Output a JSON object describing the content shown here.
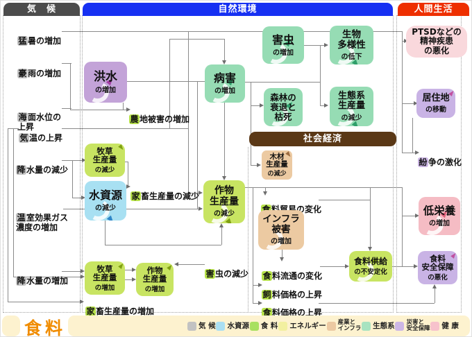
{
  "headers": {
    "climate": "気　候",
    "nature": "自然環境",
    "human": "人間生活",
    "economy": "社会経済"
  },
  "colors": {
    "climate_header": "#4c4c4c",
    "nature_header": "#1630f2",
    "human_header": "#ee2f00",
    "economy_header": "#5a3816",
    "mint": "#96dcb4",
    "lime": "#c8e462",
    "blue": "#a8e0f2",
    "purple": "#c3a3d8",
    "lavender": "#c9b3e5",
    "pink": "#f5bcc4",
    "pink_soft": "#f9d8dc",
    "tan": "#eccaa2",
    "gray_chip": "#c2c2c2",
    "green_chip": "#b7e24a",
    "lavender_chip": "#cdb7e6",
    "cream": "#fdf2cf",
    "title_orange": "#f08c00"
  },
  "climate_items": {
    "heat": {
      "chip": "猛",
      "rest": "暑の増加"
    },
    "heavy_rain": {
      "chip": "豪",
      "rest": "雨の増加"
    },
    "sea_level": {
      "chip": "海",
      "rest": "面水位の\n上昇"
    },
    "temp_rise": {
      "chip": "気",
      "rest": "温の上昇"
    },
    "precip_dec": {
      "chip": "降",
      "rest": "水量の減少"
    },
    "ghg": {
      "chip": "温",
      "rest": "室効果ガス\n濃度の増加"
    },
    "precip_inc": {
      "chip": "降",
      "rest": "水量の増加"
    }
  },
  "nodes": {
    "flood": {
      "main": "洪水",
      "sub": "の増加"
    },
    "pest": {
      "main": "害虫",
      "sub": "の増加"
    },
    "disease": {
      "main": "病害",
      "sub": "の増加"
    },
    "forest": {
      "main": "森林の\n衰退と\n枯死",
      "sub": ""
    },
    "biodiversity": {
      "main": "生物\n多様性",
      "sub": "の低下"
    },
    "ecosystem": {
      "main": "生態系\n生産量",
      "sub": "の減少"
    },
    "pasture_dec": {
      "main": "牧草\n生産量",
      "sub": "の減少"
    },
    "water": {
      "main": "水資源",
      "sub": "の減少"
    },
    "crop_dec": {
      "main": "作物\n生産量",
      "sub": "の減少"
    },
    "timber": {
      "main": "木材\n生産量",
      "sub": "の減少"
    },
    "infra": {
      "main": "インフラ\n被害",
      "sub": "の増加"
    },
    "supply": {
      "main": "食料供給",
      "sub": "の不安定化"
    },
    "pasture_inc": {
      "main": "牧草\n生産量",
      "sub": "の増加"
    },
    "crop_inc": {
      "main": "作物\n生産量",
      "sub": "の増加"
    },
    "ptsd": {
      "main": "PTSDなどの\n精神疾患\nの悪化",
      "sub": ""
    },
    "relocation": {
      "main": "居住地",
      "sub": "の移動"
    },
    "malnutrition": {
      "main": "低栄養",
      "sub": "の増加"
    },
    "security": {
      "main": "食料\n安全保障",
      "sub": "の悪化"
    }
  },
  "texts": {
    "farmland": {
      "chip": "農",
      "rest": "地被害の増加"
    },
    "livestock_dec": {
      "chip": "家",
      "rest": "畜生産量の減少"
    },
    "pest_dec": {
      "chip": "害",
      "rest": "虫の減少"
    },
    "livestock_inc": {
      "chip": "家",
      "rest": "畜生産量の増加"
    },
    "trade": {
      "chip": "食",
      "rest": "料貿易の変化"
    },
    "distribution": {
      "chip": "食",
      "rest": "料流通の変化"
    },
    "feed_price": {
      "chip": "飼",
      "rest": "料価格の上昇"
    },
    "food_price": {
      "chip": "食",
      "rest": "料価格の上昇"
    },
    "conflict": {
      "chip": "紛",
      "rest": "争の激化"
    }
  },
  "footer": {
    "title": "食料",
    "legend": [
      {
        "label": "気 候",
        "color": "#c2c2c2"
      },
      {
        "label": "水資源",
        "color": "#aadff2"
      },
      {
        "label": "食 料",
        "color": "#a8e060"
      },
      {
        "label": "エネルギー",
        "color": "#f2f0a0"
      },
      {
        "label": "産業と\nインフラ",
        "color": "#ecc9a2"
      },
      {
        "label": "生態系",
        "color": "#a8e3c0"
      },
      {
        "label": "災害と\n安全保障",
        "color": "#cdb7e6"
      },
      {
        "label": "健 康",
        "color": "#f7c2cc"
      }
    ]
  }
}
